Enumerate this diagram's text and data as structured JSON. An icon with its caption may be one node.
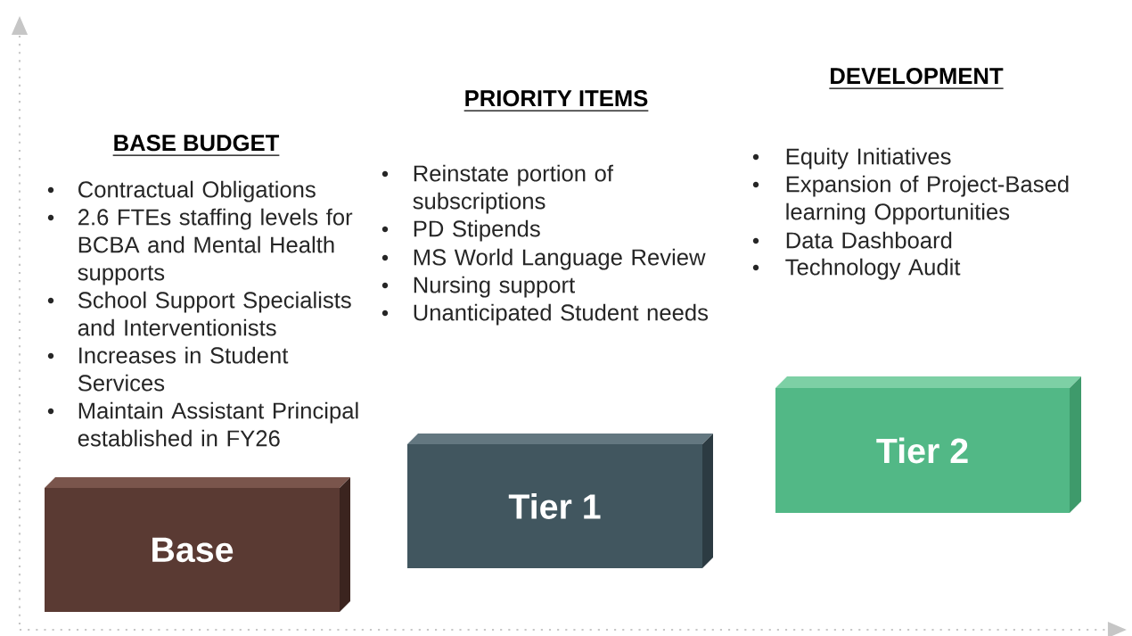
{
  "diagram": {
    "nodes": [
      {
        "text": [
          "Base"
        ]
      },
      {
        "text": [
          "Tier 1"
        ]
      },
      {
        "text": [
          "Tier 2"
        ]
      }
    ],
    "labels": [
      "BASE BUDGET",
      "Contractual Obligations",
      "2.6 FTEs staffing levels for BCBA and Mental Health supports",
      "School Support Specialists and Interventionists",
      "Increases in Student Services",
      "Maintain Assistant Principal established in FY26",
      "PRIORITY ITEMS",
      "Reinstate portion of subscriptions",
      "PD Stipends",
      "MS World Language Review",
      "Nursing support",
      "Unanticipated Student needs",
      "DEVELOPMENT",
      "Equity Initiatives",
      "Expansion of Project-Based learning Opportunities",
      "Data Dashboard",
      "Technology Audit"
    ]
  }
}
